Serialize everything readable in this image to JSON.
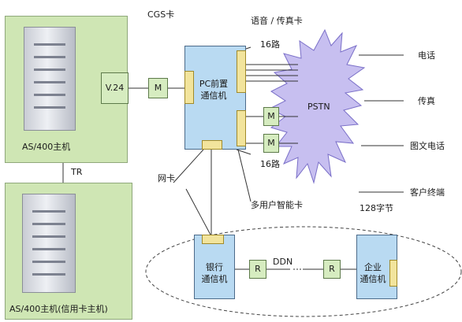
{
  "labels": {
    "cgs_card": "CGS卡",
    "voice_fax_card": "语音 / 传真卡",
    "v24": "V.24",
    "m": "M",
    "pc_frontend_line1": "PC前置",
    "pc_frontend_line2": "通信机",
    "lines_16_top": "16路",
    "lines_16_bottom": "16路",
    "pstn": "PSTN",
    "phone": "电话",
    "fax": "传真",
    "graphic_phone": "图文电话",
    "customer_terminal": "客户终端",
    "bytes_128": "128字节",
    "host_top": "AS/400主机",
    "tr": "TR",
    "host_bottom": "AS/400主机(信用卡主机)",
    "network_card": "网卡",
    "multi_user_card": "多用户智能卡",
    "bank_comm_line1": "银行",
    "bank_comm_line2": "通信机",
    "r": "R",
    "ddn": "DDN",
    "enterprise_comm_line1": "企业",
    "enterprise_comm_line2": "通信机"
  },
  "colors": {
    "server_panel": "#cfe6b4",
    "comm_box": "#b9daf2",
    "modem_box": "#d6ecc0",
    "card": "#f2e49c",
    "pstn_cloud": "#c7bff0"
  }
}
